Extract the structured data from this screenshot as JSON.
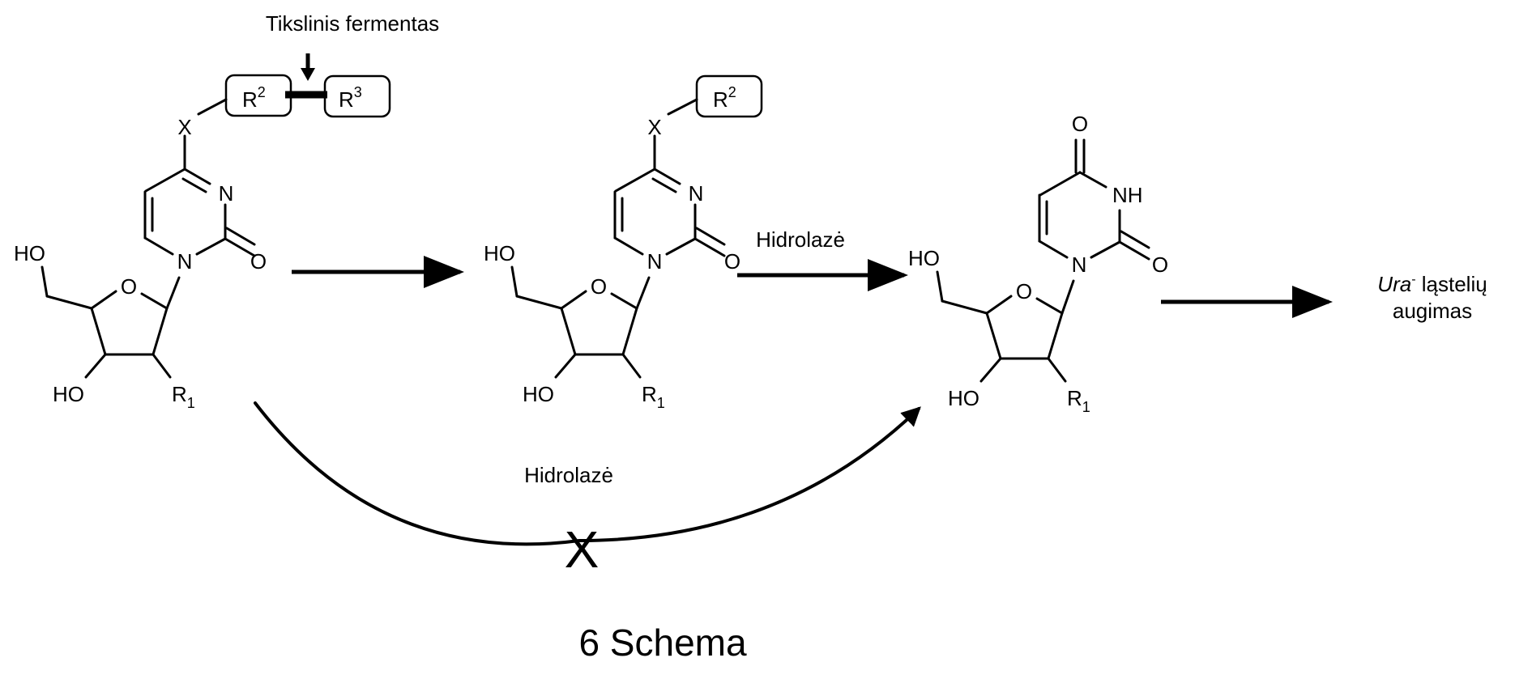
{
  "scheme": {
    "caption": "6 Schema",
    "enzyme_top_label": "Tikslinis fermentas",
    "hydrolase_top_label": "Hidrolazė",
    "hydrolase_bottom_label": "Hidrolazė",
    "blocked_marker": "X",
    "outcome_italic": "Ura",
    "outcome_sup": "-",
    "outcome_line1_rest": " ląstelių",
    "outcome_line2": "augimas"
  },
  "molecules": {
    "substrate": {
      "r2": "R",
      "r2_sup": "2",
      "r3": "R",
      "r3_sup": "3",
      "x": "X",
      "n3": "N",
      "n1": "N",
      "o2": "O",
      "ring_o": "O",
      "ho_top": "HO",
      "ho_bottom": "HO",
      "r1": "R",
      "r1_sub": "1"
    },
    "intermediate": {
      "r2": "R",
      "r2_sup": "2",
      "x": "X",
      "n3": "N",
      "n1": "N",
      "o2": "O",
      "ring_o": "O",
      "ho_top": "HO",
      "ho_bottom": "HO",
      "r1": "R",
      "r1_sub": "1"
    },
    "product": {
      "o4": "O",
      "nh": "NH",
      "n1": "N",
      "o2": "O",
      "ring_o": "O",
      "ho_top": "HO",
      "ho_bottom": "HO",
      "r1": "R",
      "r1_sub": "1"
    }
  }
}
